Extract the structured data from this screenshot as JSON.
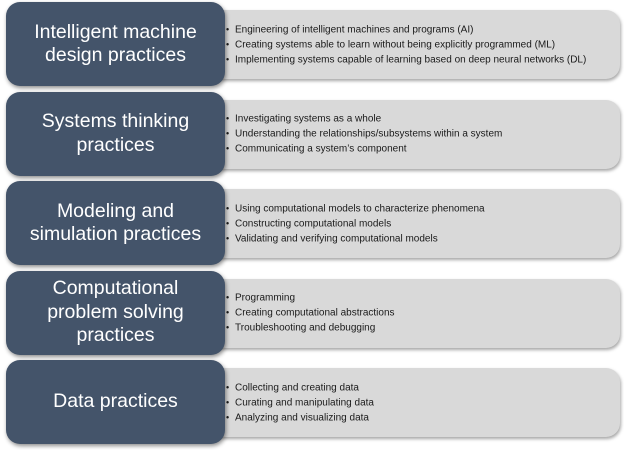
{
  "rows": [
    {
      "title": "Intelligent machine\ndesign practices",
      "items": [
        "Engineering of intelligent machines and programs (AI)",
        "Creating systems able to learn without being explicitly programmed (ML)",
        "Implementing systems capable of learning based on deep neural networks (DL)"
      ]
    },
    {
      "title": "Systems thinking\npractices",
      "items": [
        "Investigating systems as a whole",
        "Understanding the relationships/subsystems within a system",
        "Communicating a system’s component"
      ]
    },
    {
      "title": "Modeling and\nsimulation practices",
      "items": [
        "Using computational models to characterize phenomena",
        "Constructing computational models",
        "Validating and verifying computational models"
      ]
    },
    {
      "title": "Computational\nproblem solving\npractices",
      "items": [
        "Programming",
        "Creating computational abstractions",
        "Troubleshooting and debugging"
      ]
    },
    {
      "title": "Data practices",
      "items": [
        "Collecting and creating data",
        "Curating and manipulating data",
        "Analyzing and visualizing data"
      ]
    }
  ],
  "colors": {
    "category_fill": "#44546a",
    "detail_fill": "#d9d9d9"
  }
}
